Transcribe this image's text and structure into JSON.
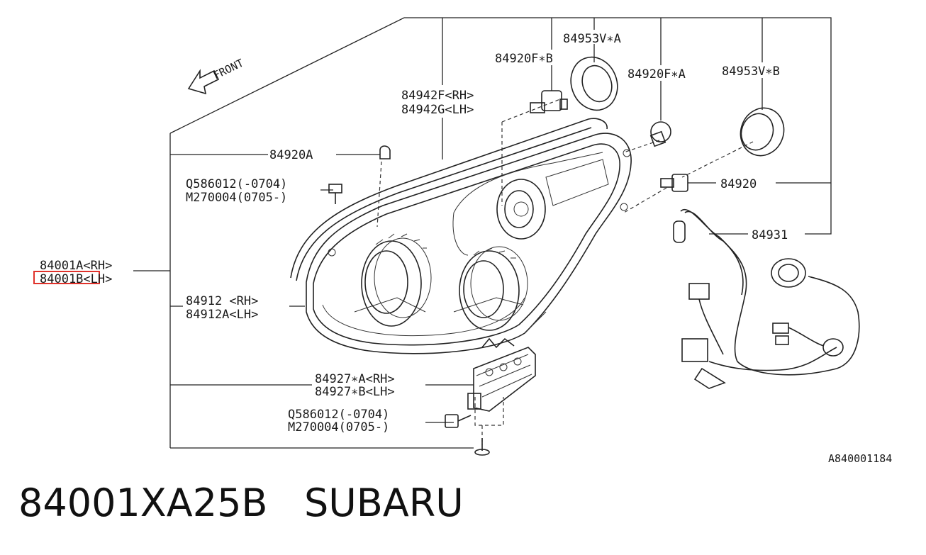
{
  "diagram": {
    "front_label": "FRONT",
    "figure_code": "A840001184",
    "callouts": {
      "p84953V_A": "84953V∗A",
      "p84920F_B": "84920F∗B",
      "p84920F_A": "84920F∗A",
      "p84953V_B": "84953V∗B",
      "p84942F": "84942F<RH>",
      "p84942G": "84942G<LH>",
      "p84920A": "84920A",
      "q586012_top": "Q586012(-0704)",
      "m270004_top": "M270004(0705-)",
      "p84920": "84920",
      "p84931": "84931",
      "p84001A": "84001A<RH>",
      "p84001B": "84001B<LH>",
      "p84912": "84912  <RH>",
      "p84912A": "84912A<LH>",
      "p84927A": "84927∗A<RH>",
      "p84927B": "84927∗B<LH>",
      "q586012_bot": "Q586012(-0704)",
      "m270004_bot": "M270004(0705-)"
    },
    "highlight_color": "#e0322b"
  },
  "caption": {
    "part_number": "84001XA25B",
    "brand": "SUBARU"
  }
}
